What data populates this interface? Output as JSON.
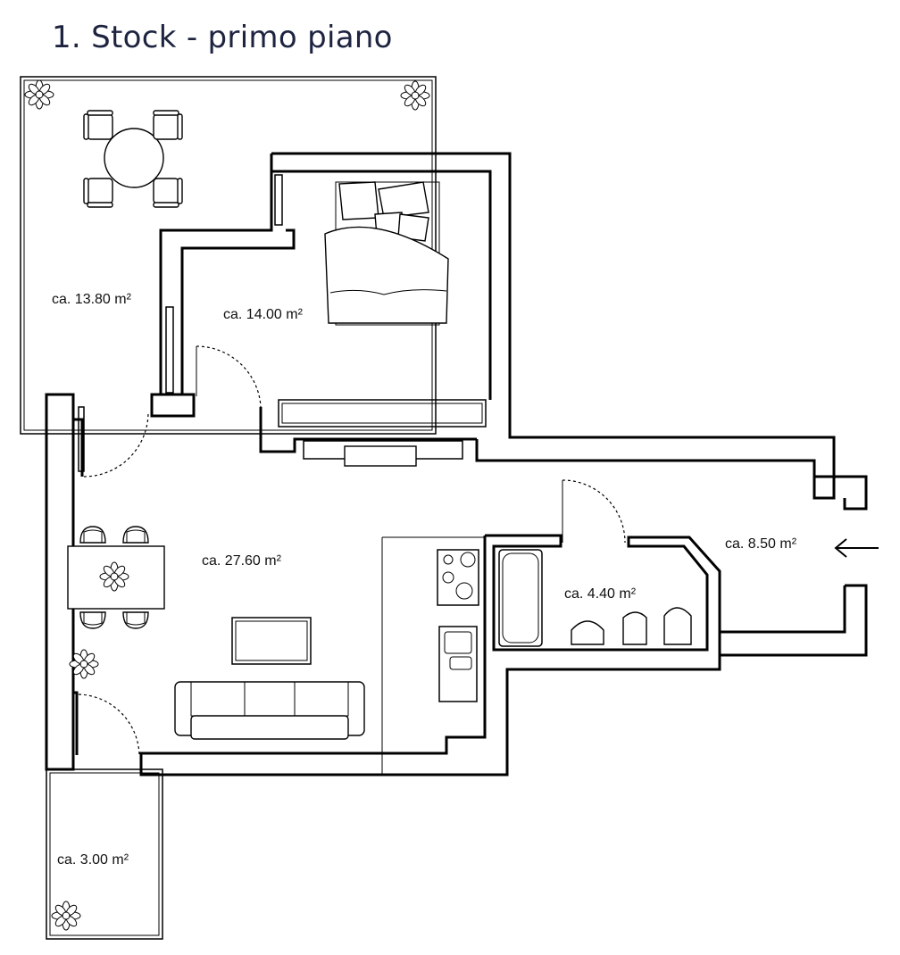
{
  "title": "1. Stock - primo piano",
  "rooms": {
    "terrace": "ca. 13.80 m²",
    "bedroom": "ca. 14.00 m²",
    "living": "ca. 27.60 m²",
    "entrance": "ca. 8.50 m²",
    "bathroom": "ca. 4.40 m²",
    "balcony": "ca. 3.00 m²"
  },
  "icons": {
    "entry_arrow": "arrow-left-icon",
    "plant": "plant-icon"
  }
}
